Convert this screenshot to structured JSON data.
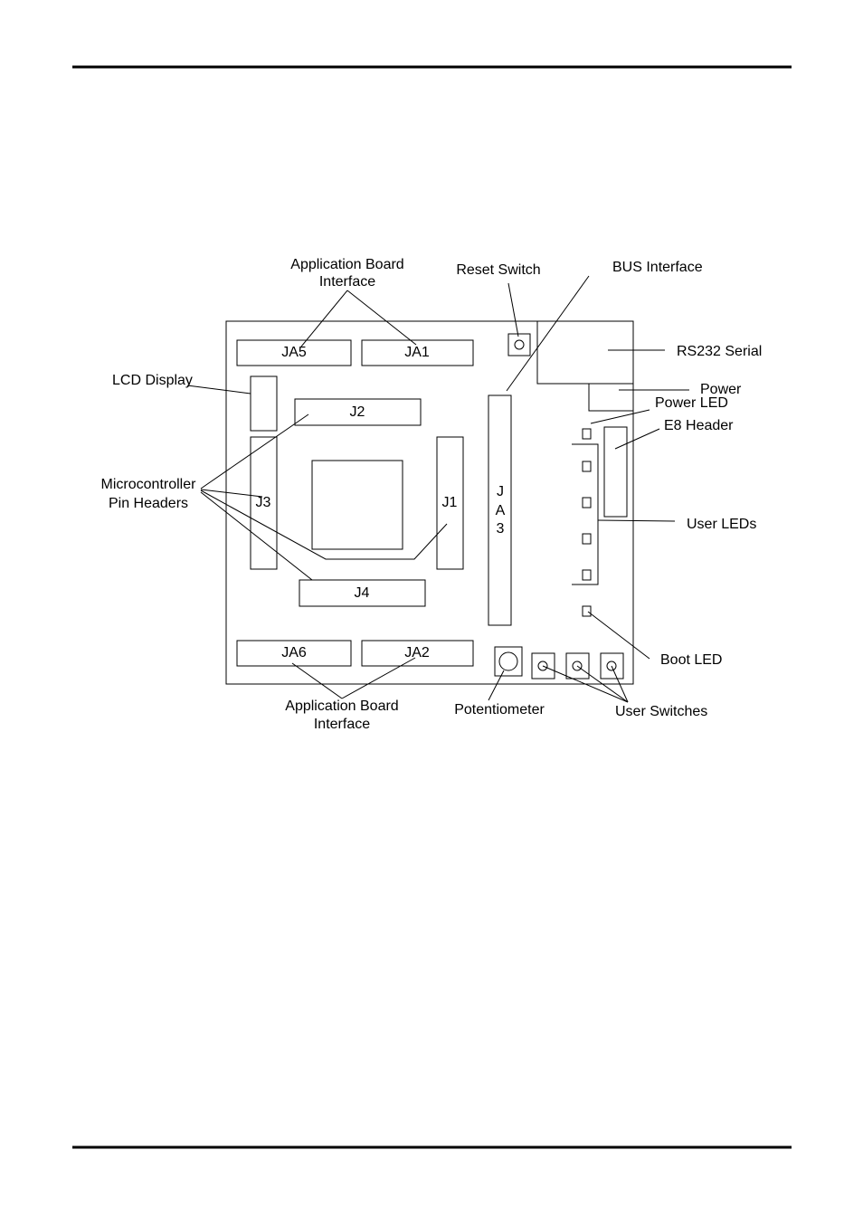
{
  "components": {
    "ja5": "JA5",
    "ja1": "JA1",
    "ja6": "JA6",
    "ja2": "JA2",
    "j2": "J2",
    "j4": "J4",
    "j1": "J1",
    "j3": "J3",
    "ja3_letters": [
      "J",
      "A",
      "3"
    ]
  },
  "callouts": {
    "app_board_top": [
      "Application Board",
      "Interface"
    ],
    "app_board_bottom": [
      "Application Board",
      "Interface"
    ],
    "reset_switch": "Reset Switch",
    "bus_interface": "BUS Interface",
    "rs232_serial": "RS232 Serial",
    "power": "Power",
    "power_led": "Power LED",
    "e8_header": "E8 Header",
    "lcd_display": "LCD Display",
    "mcu_pin_headers": [
      "Microcontroller",
      "Pin Headers"
    ],
    "user_leds": "User LEDs",
    "boot_led": "Boot LED",
    "potentiometer": "Potentiometer",
    "user_switches": "User Switches"
  }
}
